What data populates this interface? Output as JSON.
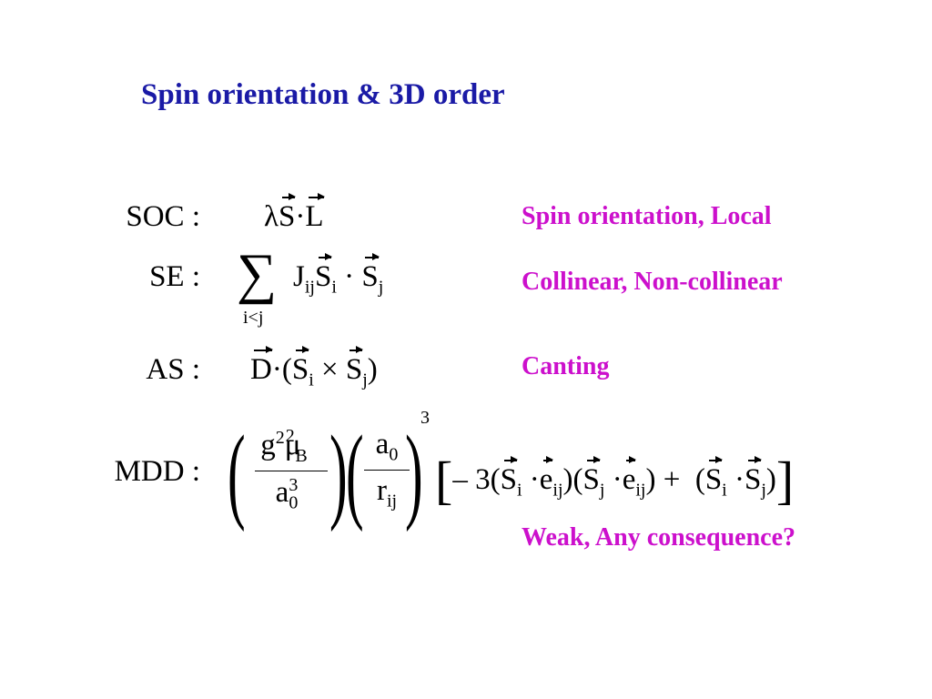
{
  "title": "Spin orientation & 3D order",
  "colors": {
    "title": "#1a1aa6",
    "note": "#cc10cc"
  },
  "rows": [
    {
      "label": "SOC :",
      "note": "Spin orientation, Local"
    },
    {
      "label": "SE :",
      "note": "Collinear, Non-collinear"
    },
    {
      "label": "AS :",
      "note": "Canting"
    },
    {
      "label": "MDD :",
      "note": "Weak, Any consequence?"
    }
  ]
}
